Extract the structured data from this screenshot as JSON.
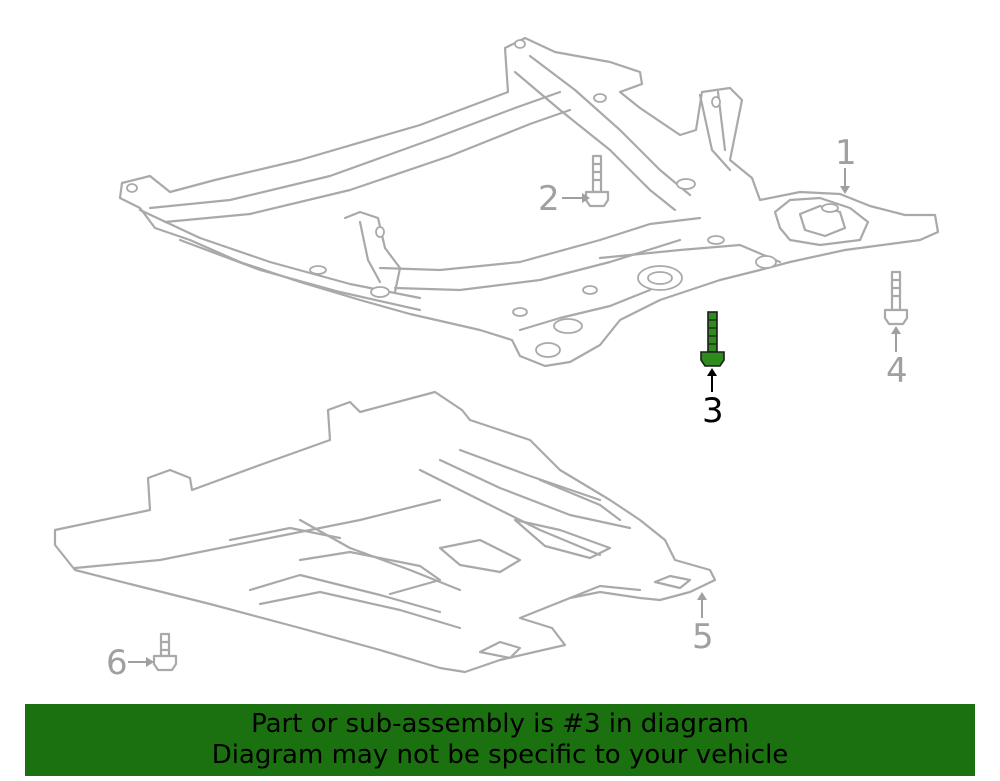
{
  "callouts": {
    "c1": "1",
    "c2": "2",
    "c3": "3",
    "c4": "4",
    "c5": "5",
    "c6": "6"
  },
  "highlighted_part": "3",
  "colors": {
    "highlight_part": "#2e8b1e",
    "banner_background": "#1b700f",
    "line_art": "#a9a9a9",
    "callout_text": "#a0a0a0"
  },
  "banner": {
    "line1": "Part or sub-assembly is #3 in diagram",
    "line2": "Diagram may not be specific to your vehicle"
  }
}
